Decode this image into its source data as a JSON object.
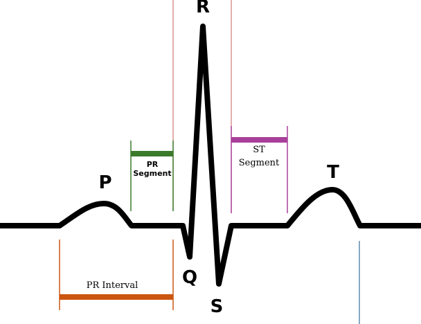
{
  "waves": {
    "p": "P",
    "q": "Q",
    "r": "R",
    "s": "S",
    "t": "T"
  },
  "segments": {
    "pr_segment": {
      "line1": "PR",
      "line2": "Segment"
    },
    "st_segment": {
      "line1": "ST",
      "line2": "Segment"
    },
    "pr_interval": {
      "label": "PR Interval"
    }
  },
  "colors": {
    "trace": "#000000",
    "pr_segment": "#3a7a2a",
    "st_segment": "#a8409a",
    "pr_interval": "#cc5510",
    "qrs_bounds": "#d07878",
    "t_end_marker": "#5a8ab0"
  }
}
